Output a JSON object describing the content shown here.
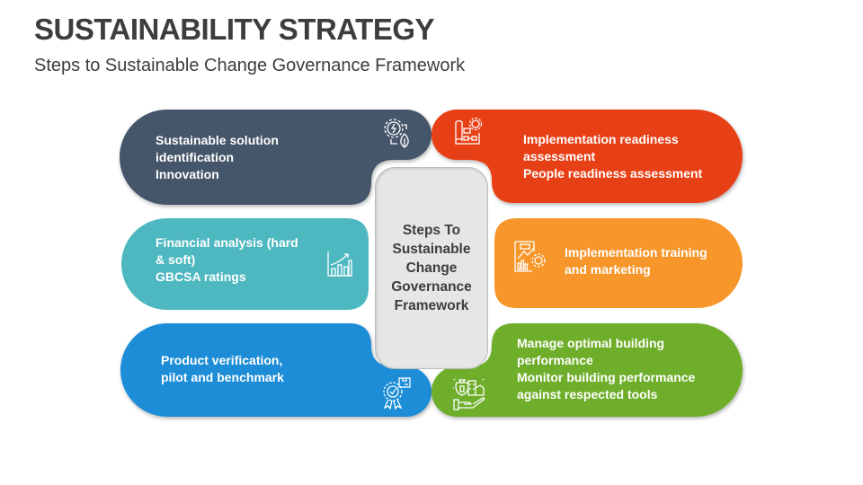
{
  "header": {
    "title": "SUSTAINABILITY STRATEGY",
    "subtitle": "Steps to Sustainable Change Governance Framework"
  },
  "center": {
    "label": "Steps To\nSustainable\nChange\nGovernance\nFramework",
    "color": "#E6E6E6"
  },
  "steps": [
    {
      "position": "top-left",
      "text": "Sustainable solution\nidentification\nInnovation",
      "color": "#44546A",
      "icon": "gear-leaf-icon"
    },
    {
      "position": "top-right",
      "text": "Implementation readiness\nassessment\nPeople readiness assessment",
      "color": "#E84118",
      "icon": "blueprint-gear-icon"
    },
    {
      "position": "middle-left",
      "text": "Financial analysis (hard\n& soft)\nGBCSA ratings",
      "color": "#4EB8C0",
      "icon": "growth-chart-icon"
    },
    {
      "position": "middle-right",
      "text": "Implementation training\nand marketing",
      "color": "#F7962B",
      "icon": "report-gear-icon"
    },
    {
      "position": "bottom-left",
      "text": "Product verification,\npilot and benchmark",
      "color": "#1E8DD6",
      "icon": "badge-box-icon"
    },
    {
      "position": "bottom-right",
      "text": "Manage optimal building\nperformance\nMonitor building performance\nagainst respected tools",
      "color": "#6EAE2C",
      "icon": "hand-city-icon"
    }
  ]
}
